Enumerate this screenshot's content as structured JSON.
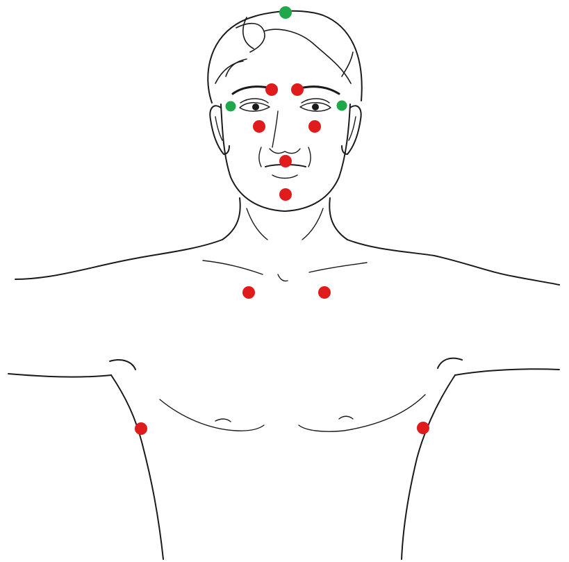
{
  "points": {
    "colors": {
      "red": "#e01b1b",
      "green": "#1fa84a"
    },
    "red": [
      {
        "name": "brow-left-point"
      },
      {
        "name": "brow-right-point"
      },
      {
        "name": "cheek-left-point"
      },
      {
        "name": "cheek-right-point"
      },
      {
        "name": "upper-lip-point"
      },
      {
        "name": "chin-point"
      },
      {
        "name": "chest-left-point"
      },
      {
        "name": "chest-right-point"
      },
      {
        "name": "side-left-point"
      },
      {
        "name": "side-right-point"
      }
    ],
    "green": [
      {
        "name": "crown-point"
      },
      {
        "name": "temple-left-point"
      },
      {
        "name": "temple-right-point"
      }
    ]
  }
}
